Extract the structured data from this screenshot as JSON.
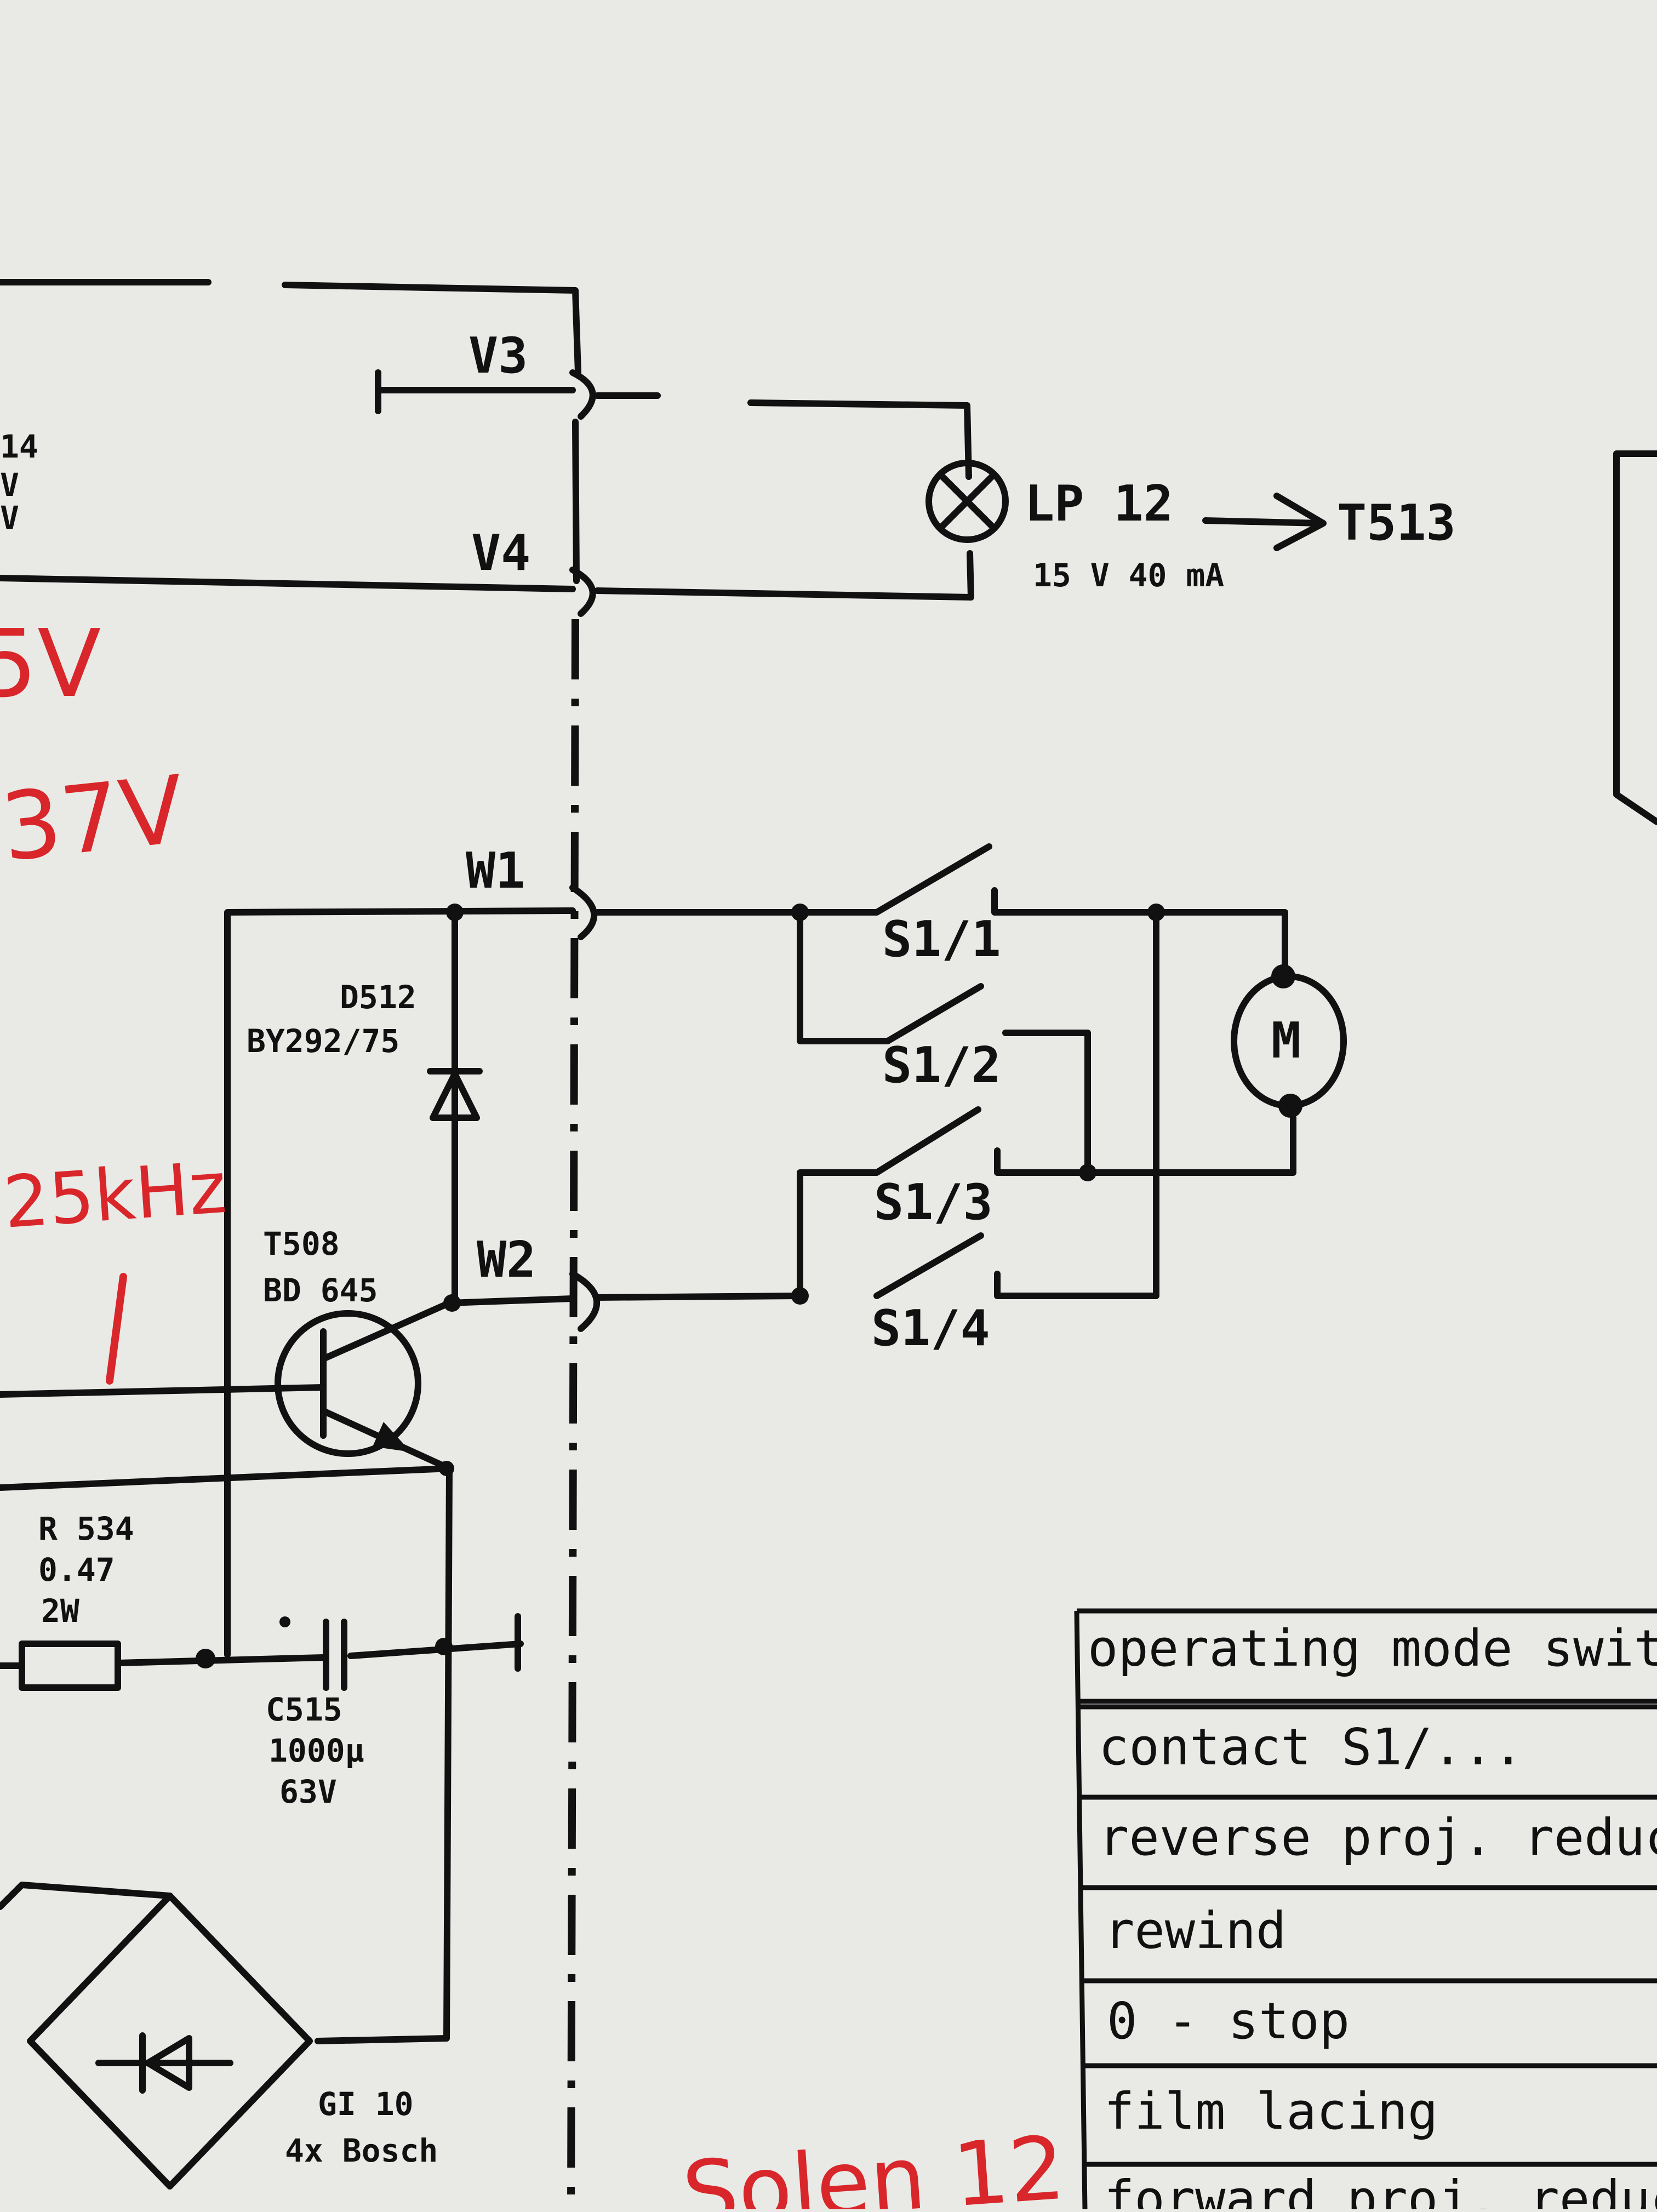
{
  "connectors": {
    "v3": "V3",
    "v4": "V4",
    "w1": "W1",
    "w2": "W2"
  },
  "lamp": {
    "ref": "LP 12",
    "rating": "15 V 40 mA",
    "target": "T513"
  },
  "switch_contacts": [
    "S1/1",
    "S1/2",
    "S1/3",
    "S1/4"
  ],
  "motor": {
    "symbol": "M"
  },
  "diode": {
    "ref": "D512",
    "type": "BY292/75"
  },
  "transistor": {
    "ref": "T508",
    "type": "BD 645"
  },
  "resistor": {
    "ref": "R 534",
    "value": "0.47",
    "power": "2W"
  },
  "capacitor": {
    "ref": "C515",
    "value": "1000µ",
    "voltage": "63V"
  },
  "rectifier": {
    "ref": "GI 10",
    "type": "4x Bosch"
  },
  "left_edge_fragments": [
    "14",
    "V",
    "V"
  ],
  "handwritten": {
    "volt_1": "5V",
    "volt_2": "37V",
    "freq": "25kHz",
    "bottom": "Solen 12"
  },
  "mode_table": {
    "rows": [
      "operating mode switch",
      "contact S1/...",
      "reverse proj. reduce",
      "rewind",
      "0 - stop",
      "film lacing",
      "forward proj. reduce"
    ]
  },
  "colors": {
    "paper": "#e9eae6",
    "ink": "#111111",
    "red_pen": "#d8262b"
  }
}
